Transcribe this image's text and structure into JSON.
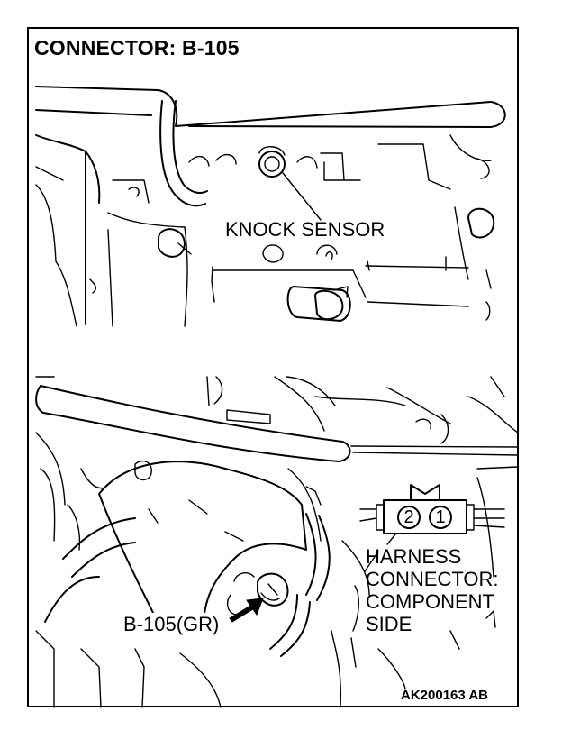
{
  "figure": {
    "title": "CONNECTOR: B-105",
    "figure_id": "AK200163 AB"
  },
  "top_view": {
    "callout": "KNOCK SENSOR"
  },
  "bottom_view": {
    "connector_label": "B-105(GR)",
    "harness_label_lines": [
      "HARNESS",
      "CONNECTOR:",
      "COMPONENT",
      "SIDE"
    ],
    "pins": [
      "2",
      "1"
    ]
  }
}
